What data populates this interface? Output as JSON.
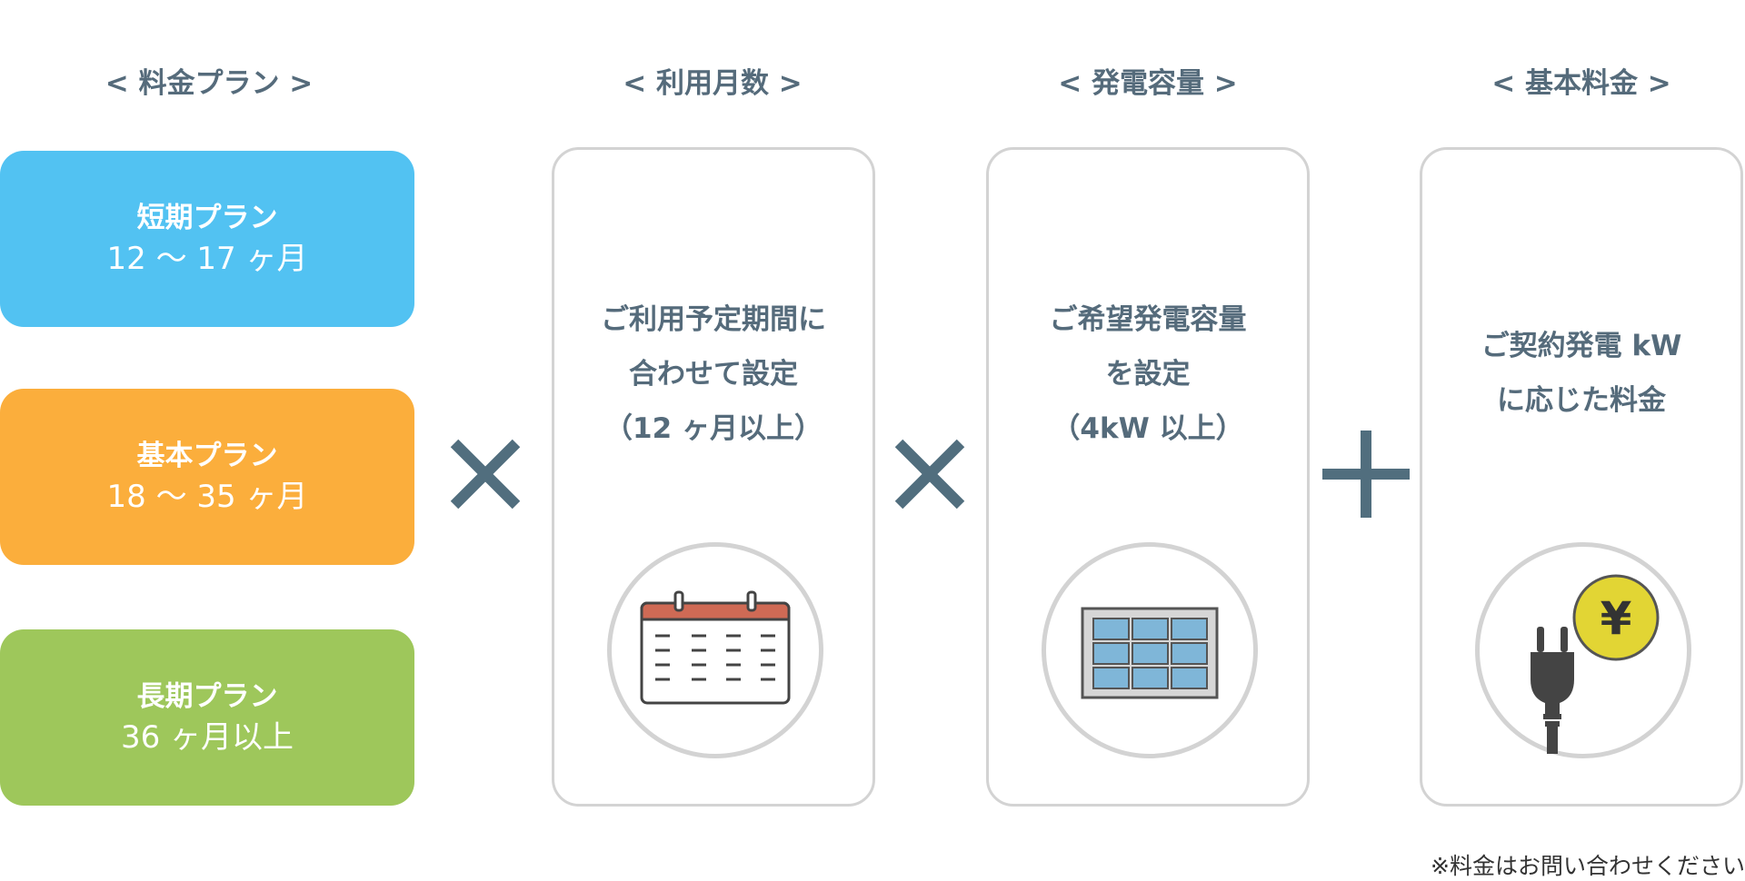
{
  "headings": {
    "plan": "< 料金プラン >",
    "months": "< 利用月数 >",
    "capacity": "< 発電容量 >",
    "base": "< 基本料金 >"
  },
  "plans": [
    {
      "name": "短期プラン",
      "term": "12 〜 17 ヶ月",
      "color": "#52c2f2"
    },
    {
      "name": "基本プラン",
      "term": "18 〜 35 ヶ月",
      "color": "#fbae3c"
    },
    {
      "name": "長期プラン",
      "term": "36 ヶ月以上",
      "color": "#9ec75b"
    }
  ],
  "cards": {
    "months": {
      "lines": [
        "ご利用予定期間に",
        "合わせて設定",
        "（12 ヶ月以上）"
      ],
      "icon": "calendar-icon"
    },
    "capacity": {
      "lines": [
        "ご希望発電容量",
        "を設定",
        "（4kW 以上）"
      ],
      "icon": "solar-panel-icon"
    },
    "base": {
      "lines": [
        "ご契約発電 kW",
        "に応じた料金"
      ],
      "icon": "plug-yen-icon",
      "yen_symbol": "¥"
    }
  },
  "operators": {
    "multiply": "multiply-icon",
    "plus": "plus-icon"
  },
  "note": "※料金はお問い合わせください",
  "colors": {
    "text": "#556b7b",
    "operator": "#516e7e",
    "card_border": "#d3d3d3",
    "calendar_header": "#cf6a55",
    "panel_cell": "#7fb6d8",
    "yen_coin": "#e2d534"
  }
}
